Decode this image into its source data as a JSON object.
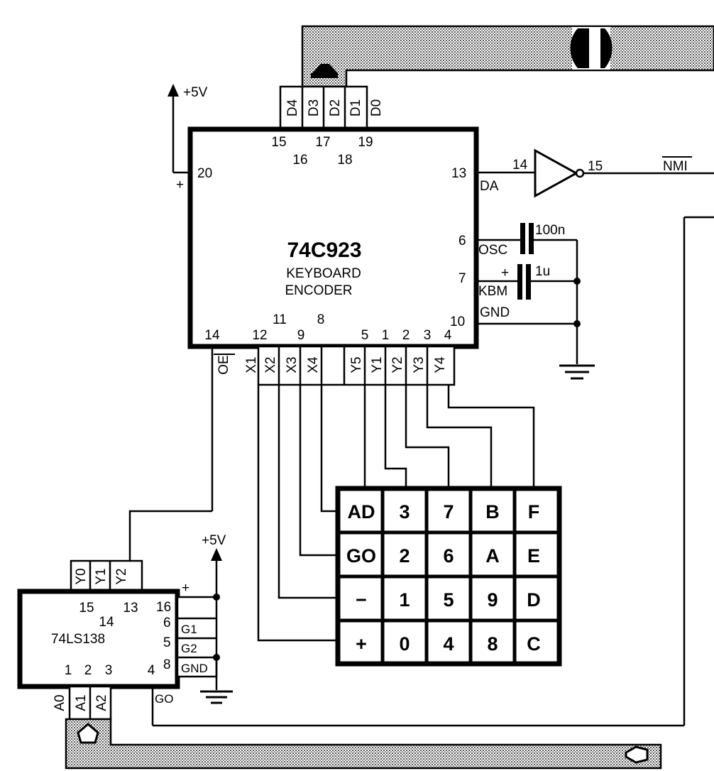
{
  "encoder": {
    "name": "74C923",
    "desc1": "KEYBOARD",
    "desc2": "ENCODER",
    "pins": {
      "p15": "15",
      "p16": "16",
      "p17": "17",
      "p18": "18",
      "p19": "19",
      "p20": "20",
      "p13": "13",
      "p6": "6",
      "p7": "7",
      "p10": "10",
      "p14": "14",
      "p12": "12",
      "p11": "11",
      "p9": "9",
      "p8": "8",
      "p5": "5",
      "p1": "1",
      "p2": "2",
      "p3": "3",
      "p4": "4"
    },
    "sigs": {
      "d4": "D4",
      "d3": "D3",
      "d2": "D2",
      "d1": "D1",
      "d0": "D0",
      "da": "DA",
      "osc": "OSC",
      "kbm": "KBM",
      "gnd": "GND",
      "oe": "OE",
      "x1": "X1",
      "x2": "X2",
      "x3": "X3",
      "x4": "X4",
      "y5": "Y5",
      "y1": "Y1",
      "y2": "Y2",
      "y3": "Y3",
      "y4": "Y4"
    }
  },
  "inverter": {
    "in_pin": "14",
    "out_pin": "15",
    "out_signal": "NMI"
  },
  "caps": {
    "c1": "100n",
    "c2": "1u",
    "plus": "+"
  },
  "power": {
    "vcc": "+5V",
    "plus": "+"
  },
  "decoder": {
    "name": "74LS138",
    "pins": {
      "p15": "15",
      "p14": "14",
      "p13": "13",
      "p16": "16",
      "p6": "6",
      "p5": "5",
      "p8": "8",
      "p1": "1",
      "p2": "2",
      "p3": "3",
      "p4": "4"
    },
    "sigs": {
      "y0": "Y0",
      "y1": "Y1",
      "y2": "Y2",
      "g1": "G1",
      "g2": "G2",
      "gnd": "GND",
      "a0": "A0",
      "a1": "A1",
      "a2": "A2",
      "g0": "GO"
    }
  },
  "keypad": {
    "rows": [
      [
        "AD",
        "3",
        "7",
        "B",
        "F"
      ],
      [
        "GO",
        "2",
        "6",
        "A",
        "E"
      ],
      [
        "−",
        "1",
        "5",
        "9",
        "D"
      ],
      [
        "+",
        "0",
        "4",
        "8",
        "C"
      ]
    ]
  }
}
